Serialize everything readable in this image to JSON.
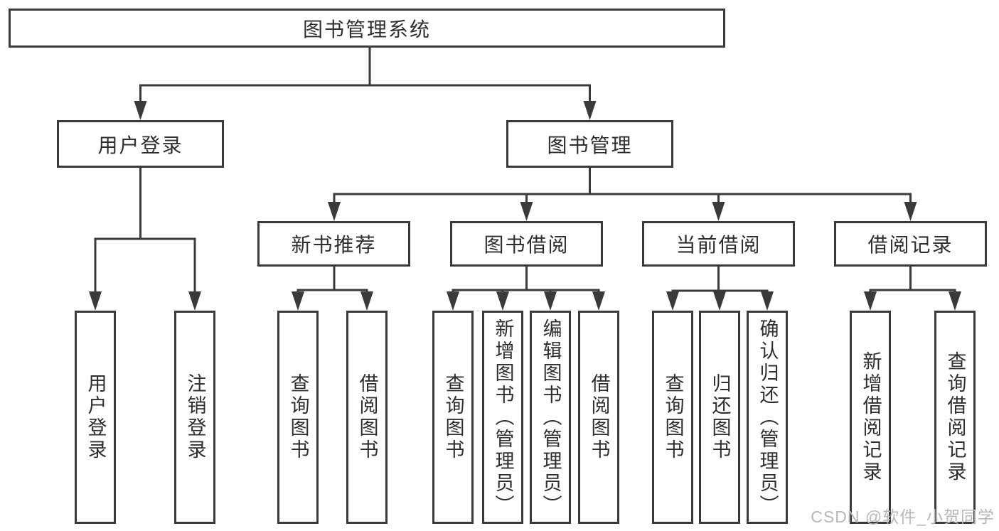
{
  "colors": {
    "line": "#3a3a3a",
    "box_border": "#3a3a3a",
    "text": "#2e2e2e",
    "background": "#ffffff",
    "watermark": "#b7b7b7"
  },
  "nodes": {
    "root": {
      "label": "图书管理系统"
    },
    "level2": [
      {
        "id": "user-login",
        "label": "用户登录"
      },
      {
        "id": "book-management",
        "label": "图书管理"
      }
    ],
    "level3": [
      {
        "id": "new-book-recommend",
        "label": "新书推荐"
      },
      {
        "id": "book-borrow",
        "label": "图书借阅"
      },
      {
        "id": "current-borrow",
        "label": "当前借阅"
      },
      {
        "id": "borrow-records",
        "label": "借阅记录"
      }
    ],
    "leaves": [
      {
        "id": "leaf-user-login",
        "label": "用户登录"
      },
      {
        "id": "leaf-logout",
        "label": "注销登录"
      },
      {
        "id": "leaf-query-book-1",
        "label": "查询图书"
      },
      {
        "id": "leaf-borrow-book-1",
        "label": "借阅图书"
      },
      {
        "id": "leaf-query-book-2",
        "label": "查询图书"
      },
      {
        "id": "leaf-add-book-admin",
        "label": "新增图书（管理员）"
      },
      {
        "id": "leaf-edit-book-admin",
        "label": "编辑图书（管理员）"
      },
      {
        "id": "leaf-borrow-book-2",
        "label": "借阅图书"
      },
      {
        "id": "leaf-query-book-3",
        "label": "查询图书"
      },
      {
        "id": "leaf-return-book",
        "label": "归还图书"
      },
      {
        "id": "leaf-confirm-return-admin",
        "label": "确认归还（管理员）"
      },
      {
        "id": "leaf-add-borrow-record",
        "label": "新增借阅记录"
      },
      {
        "id": "leaf-query-borrow-record",
        "label": "查询借阅记录"
      }
    ]
  },
  "watermark": "CSDN @软件_小贺同学"
}
